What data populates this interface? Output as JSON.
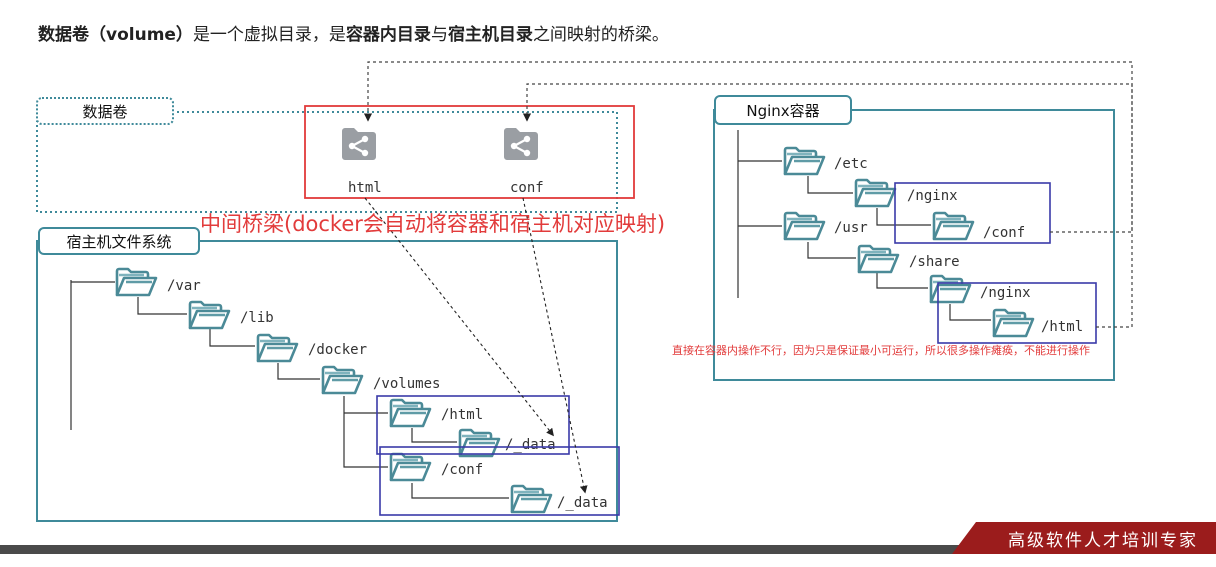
{
  "heading": {
    "part1": "数据卷（volume）",
    "part2": "是一个虚拟目录，是",
    "part3": "容器内目录",
    "part4": "与",
    "part5": "宿主机目录",
    "part6": "之间映射的桥梁。"
  },
  "volume_box": {
    "label": "数据卷",
    "volumes": [
      "html",
      "conf"
    ]
  },
  "bridge_note": "中间桥梁(docker会自动将容器和宿主机对应映射)",
  "host_fs": {
    "label": "宿主机文件系统",
    "dirs": [
      "/var",
      "/lib",
      "/docker",
      "/volumes",
      "/html",
      "/_data",
      "/conf",
      "/_data"
    ]
  },
  "nginx": {
    "label": "Nginx容器",
    "dirs": [
      "/etc",
      "/nginx",
      "/conf",
      "/usr",
      "/share",
      "/nginx",
      "/html"
    ],
    "note": "直接在容器内操作不行，因为只是保证最小可运行，所以很多操作瘫痪，不能进行操作"
  },
  "footer": "高级软件人才培训专家",
  "colors": {
    "teal": "#3f8a9a",
    "red": "#e23b3b",
    "blue_highlight": "#3a3aa8",
    "icon_gray": "#9a9ea3",
    "folder_teal": "#4b8a97"
  }
}
